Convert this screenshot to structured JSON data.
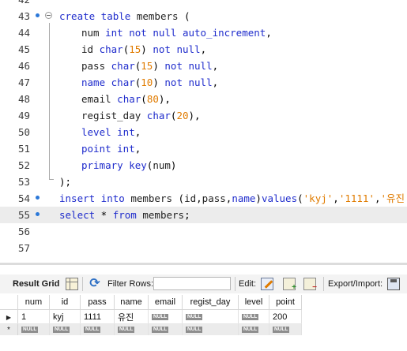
{
  "editor": {
    "lines": [
      {
        "n": "42"
      },
      {
        "n": "43"
      },
      {
        "n": "44"
      },
      {
        "n": "45"
      },
      {
        "n": "46"
      },
      {
        "n": "47"
      },
      {
        "n": "48"
      },
      {
        "n": "49"
      },
      {
        "n": "50"
      },
      {
        "n": "51"
      },
      {
        "n": "52"
      },
      {
        "n": "53"
      },
      {
        "n": "54"
      },
      {
        "n": "55"
      },
      {
        "n": "56"
      },
      {
        "n": "57"
      }
    ]
  },
  "toolbar": {
    "result_grid_label": "Result Grid",
    "filter_rows_label": "Filter Rows:",
    "filter_value": "",
    "edit_label": "Edit:",
    "export_label": "Export/Import:"
  },
  "grid": {
    "columns": [
      "num",
      "id",
      "pass",
      "name",
      "email",
      "regist_day",
      "level",
      "point"
    ],
    "row1": {
      "num": "1",
      "id": "kyj",
      "pass": "1111",
      "name": "유진",
      "email": "NULL",
      "regist_day": "NULL",
      "level": "NULL",
      "point": "200"
    },
    "null_label": "NULL"
  },
  "colors": {
    "keyword": "#1f2ccc",
    "string": "#e07b00",
    "marker": "#2b78d8",
    "current_line": "#ececec"
  }
}
